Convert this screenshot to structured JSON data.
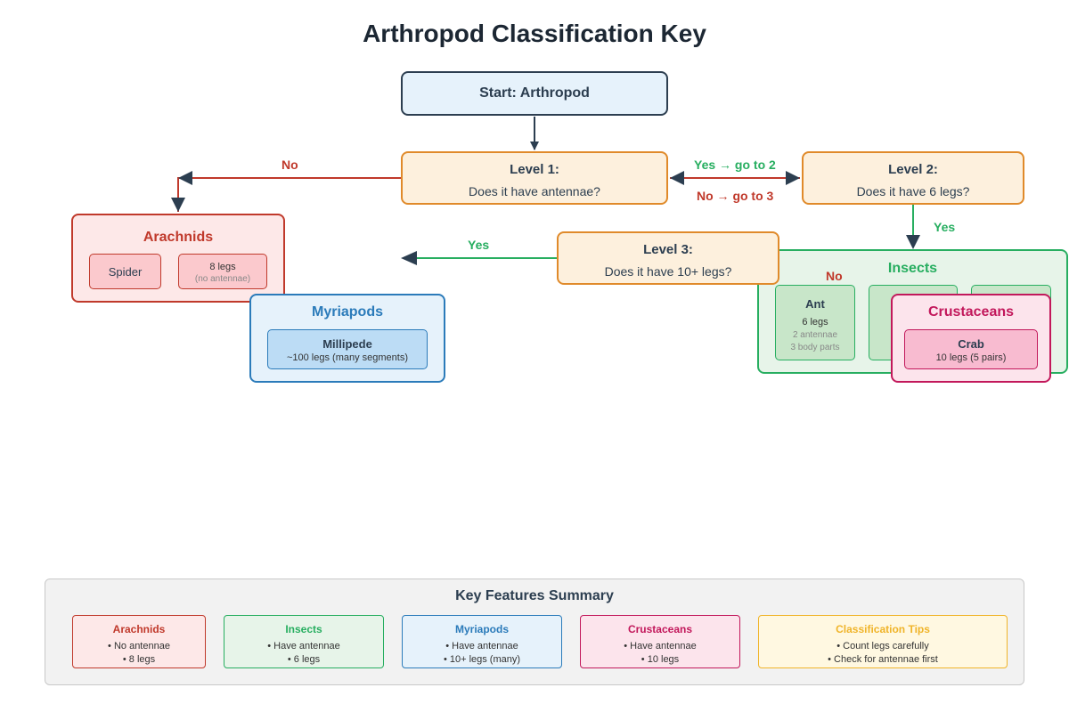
{
  "title": "Arthropod Classification Key",
  "start": "Start: Arthropod",
  "levels": [
    {
      "title": "Level 1:",
      "question": "Does it have antennae?"
    },
    {
      "title": "Level 2:",
      "question": "Does it have 6 legs?"
    },
    {
      "title": "Level 3:",
      "question": "Does it have 10+ legs?"
    }
  ],
  "edges": {
    "l1_no": "No",
    "l1_yes": "Yes → go to 2",
    "l1_no3": "No → go to 3",
    "l2_yes": "Yes",
    "l3_yes": "Yes",
    "l3_no": "No"
  },
  "groups": {
    "arachnids": {
      "title": "Arachnids",
      "leaf1": "Spider",
      "leaf2_main": "8 legs",
      "leaf2_sub": "(no antennae)"
    },
    "myriapods": {
      "title": "Myriapods",
      "leaf_name": "Millipede",
      "leaf_desc": "~100 legs (many segments)"
    },
    "insects": {
      "title": "Insects",
      "leaf_name": "Ant",
      "leaf_legs": "6 legs",
      "leaf_extra1": "2 antennae",
      "leaf_extra2": "3 body parts"
    },
    "crustaceans": {
      "title": "Crustaceans",
      "leaf_name": "Crab",
      "leaf_desc": "10 legs (5 pairs)"
    }
  },
  "summary": {
    "title": "Key Features Summary",
    "cards": [
      {
        "title": "Arachnids",
        "line1": "• No antennae",
        "line2": "• 8 legs"
      },
      {
        "title": "Insects",
        "line1": "• Have antennae",
        "line2": "• 6 legs"
      },
      {
        "title": "Myriapods",
        "line1": "• Have antennae",
        "line2": "• 10+ legs (many)"
      },
      {
        "title": "Crustaceans",
        "line1": "• Have antennae",
        "line2": "• 10 legs"
      },
      {
        "title": "Classification Tips",
        "line1": "• Count legs carefully",
        "line2": "• Check for antennae first"
      }
    ]
  },
  "colors": {
    "dark": "#2c3e50",
    "red": "#c0392b",
    "green": "#27ae60",
    "blue": "#2b7bba",
    "pink": "#c2185b",
    "orange": "#e08a2a",
    "gold": "#f0b429"
  }
}
